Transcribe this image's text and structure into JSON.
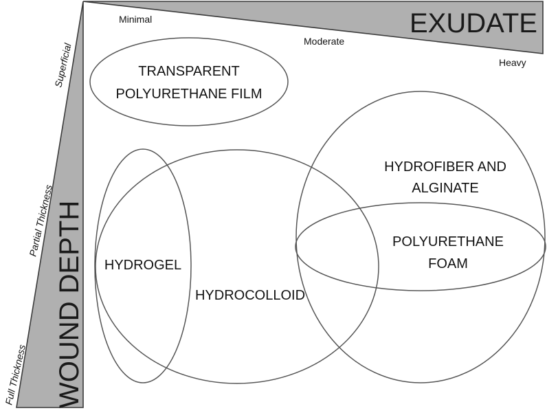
{
  "axes": {
    "exudate": {
      "title": "EXUDATE",
      "levels": [
        "Minimal",
        "Moderate",
        "Heavy"
      ]
    },
    "wound_depth": {
      "title": "WOUND DEPTH",
      "levels": [
        "Superficial",
        "Partial Thickness",
        "Full Thickness"
      ]
    }
  },
  "regions": {
    "film": [
      "TRANSPARENT",
      "POLYURETHANE FILM"
    ],
    "hydrogel": "HYDROGEL",
    "hydrocolloid": "HYDROCOLLOID",
    "hydrofiber": [
      "HYDROFIBER AND",
      "ALGINATE"
    ],
    "foam": [
      "POLYURETHANE",
      "FOAM"
    ]
  },
  "colors": {
    "wedge_fill": "#b0b0b0",
    "ellipse_stroke": "#555555",
    "text": "#111111"
  }
}
